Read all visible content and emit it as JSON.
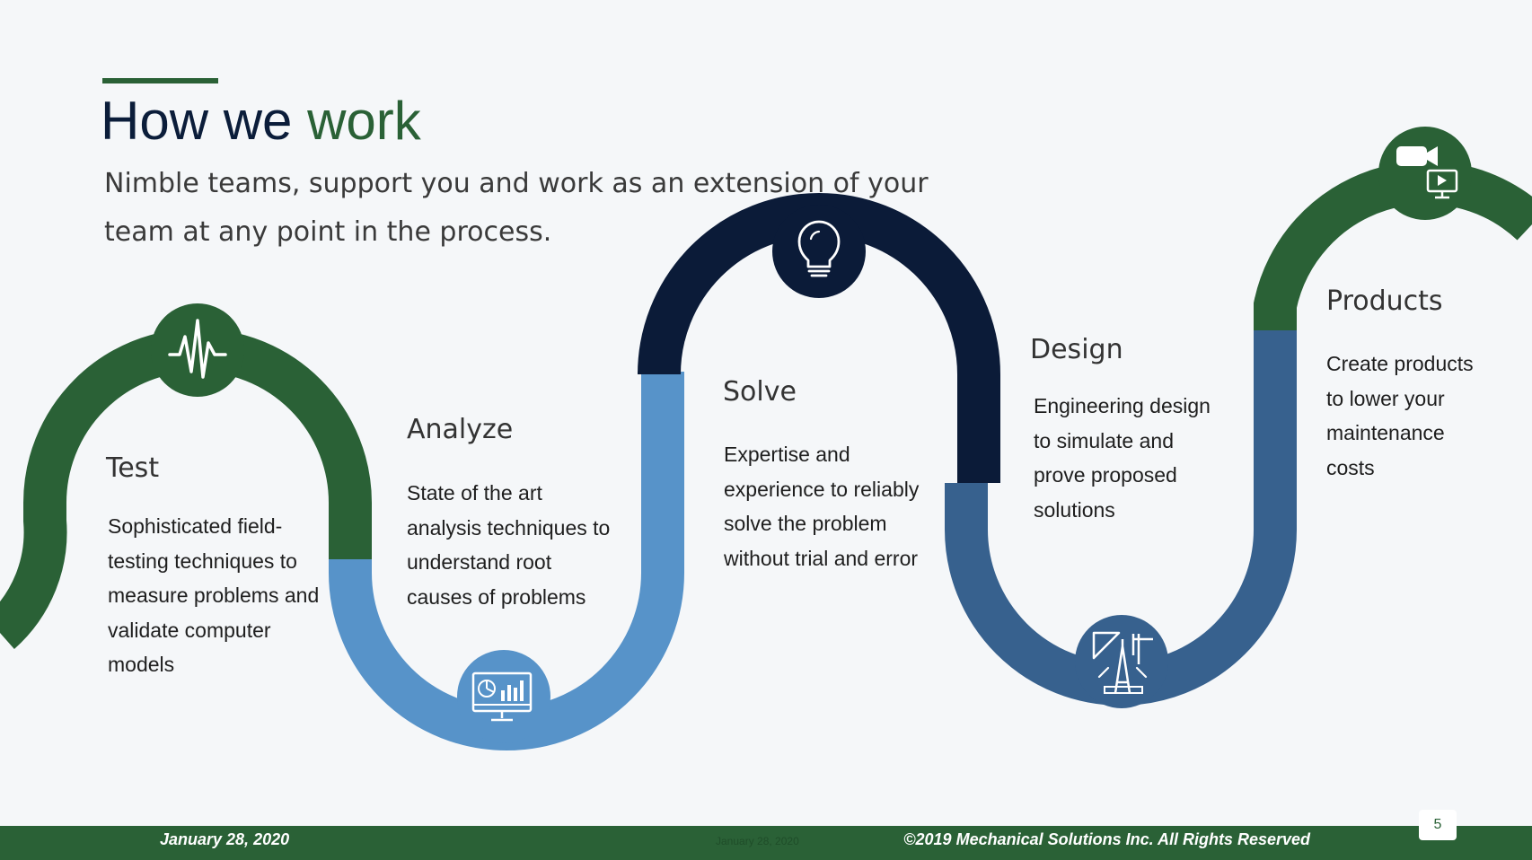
{
  "slide": {
    "title_prefix": "How we ",
    "title_accent": "work",
    "subtitle": "Nimble teams, support you and work as an extension of your team at any point in the process."
  },
  "steps": [
    {
      "title": "Test",
      "description": "Sophisticated field-testing techniques to measure problems and validate computer models",
      "icon": "heartbeat-icon"
    },
    {
      "title": "Analyze",
      "description": "State of the art analysis techniques to understand root causes of problems",
      "icon": "monitor-chart-icon"
    },
    {
      "title": "Solve",
      "description": "Expertise and experience to reliably solve the problem without trial and error",
      "icon": "lightbulb-icon"
    },
    {
      "title": "Design",
      "description": "Engineering design to simulate and prove proposed solutions",
      "icon": "design-tools-icon"
    },
    {
      "title": "Products",
      "description": "Create products to lower your maintenance costs",
      "icon": "video-camera-screen-icon"
    }
  ],
  "footer": {
    "date": "January 28, 2020",
    "ghost_date": "January 28, 2020",
    "copyright": "©2019 Mechanical Solutions Inc. All Rights Reserved",
    "page_number": "5"
  },
  "colors": {
    "green": "#2a6136",
    "light_blue": "#5793c9",
    "navy": "#0b1b38",
    "steel_blue": "#37618e",
    "title_navy": "#0b1d3a"
  }
}
